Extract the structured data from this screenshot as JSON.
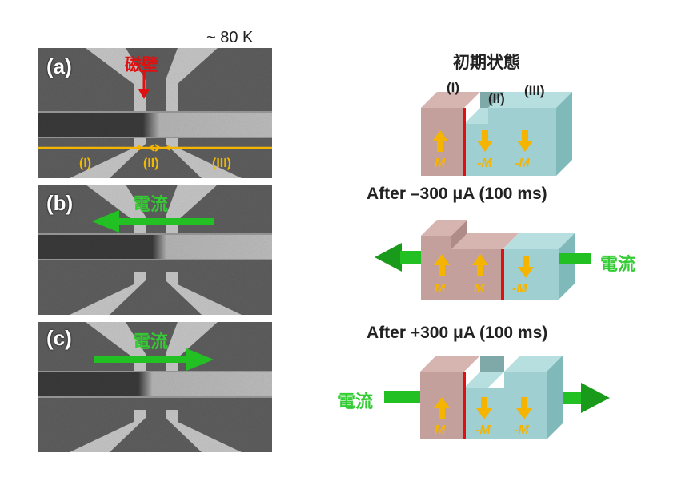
{
  "temperature": "~ 80 K",
  "images": {
    "a": {
      "letter": "(a)",
      "wall_label": "磁壁",
      "regions": [
        "(I)",
        "(II)",
        "(III)"
      ]
    },
    "b": {
      "letter": "(b)",
      "current_label": "電流"
    },
    "c": {
      "letter": "(c)",
      "current_label": "電流"
    }
  },
  "diagrams": {
    "initial": {
      "title": "初期状態",
      "regions": [
        "(I)",
        "(II)",
        "(III)"
      ],
      "labels": [
        "M",
        "-M",
        "-M"
      ]
    },
    "neg": {
      "title": "After –300 μA (100 ms)",
      "current_label": "電流",
      "labels": [
        "M",
        "M",
        "-M"
      ]
    },
    "pos": {
      "title": "After +300 μA (100 ms)",
      "current_label": "電流",
      "labels": [
        "M",
        "-M",
        "-M"
      ]
    }
  },
  "colors": {
    "domain_up": "#c4a09c",
    "domain_down": "#9fcfd0",
    "wall": "#e01010",
    "arrow_yellow": "#f5b400",
    "current_green": "#22c022"
  }
}
